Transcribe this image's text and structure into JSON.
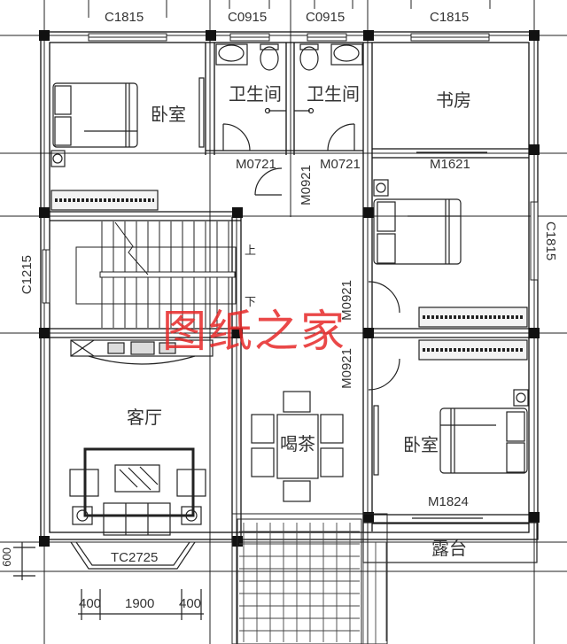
{
  "plan": {
    "rooms": [
      {
        "id": "bedroom-nw",
        "label": "卧室"
      },
      {
        "id": "bathroom-1",
        "label": "卫生间"
      },
      {
        "id": "bathroom-2",
        "label": "卫生间"
      },
      {
        "id": "study",
        "label": "书房"
      },
      {
        "id": "living-room",
        "label": "客厅"
      },
      {
        "id": "tea-area",
        "label": "喝茶"
      },
      {
        "id": "bedroom-se",
        "label": "卧室"
      },
      {
        "id": "terrace",
        "label": "露台"
      }
    ],
    "stairs": {
      "up": "上",
      "down": "下"
    },
    "windows": {
      "top_left": "C1815",
      "top_bath1": "C0915",
      "top_bath2": "C0915",
      "top_right": "C1815",
      "left_stair": "C1215",
      "right_bedroom": "C1815",
      "bay": "TC2725"
    },
    "doors": {
      "bath1": "M0721",
      "bath2": "M0721",
      "corridor": "M0921",
      "study": "M1621",
      "bedroom_ne_door": "M0921",
      "bedroom_se_door": "M0921",
      "balcony": "M1824"
    },
    "dimensions": {
      "bay_depth": "600",
      "bay_left": "400",
      "bay_center": "1900",
      "bay_right": "400"
    },
    "watermark": "图纸之家"
  },
  "colors": {
    "line": "#1a1a1a",
    "column": "#111111",
    "watermark": "#e62828",
    "background": "#ffffff"
  }
}
